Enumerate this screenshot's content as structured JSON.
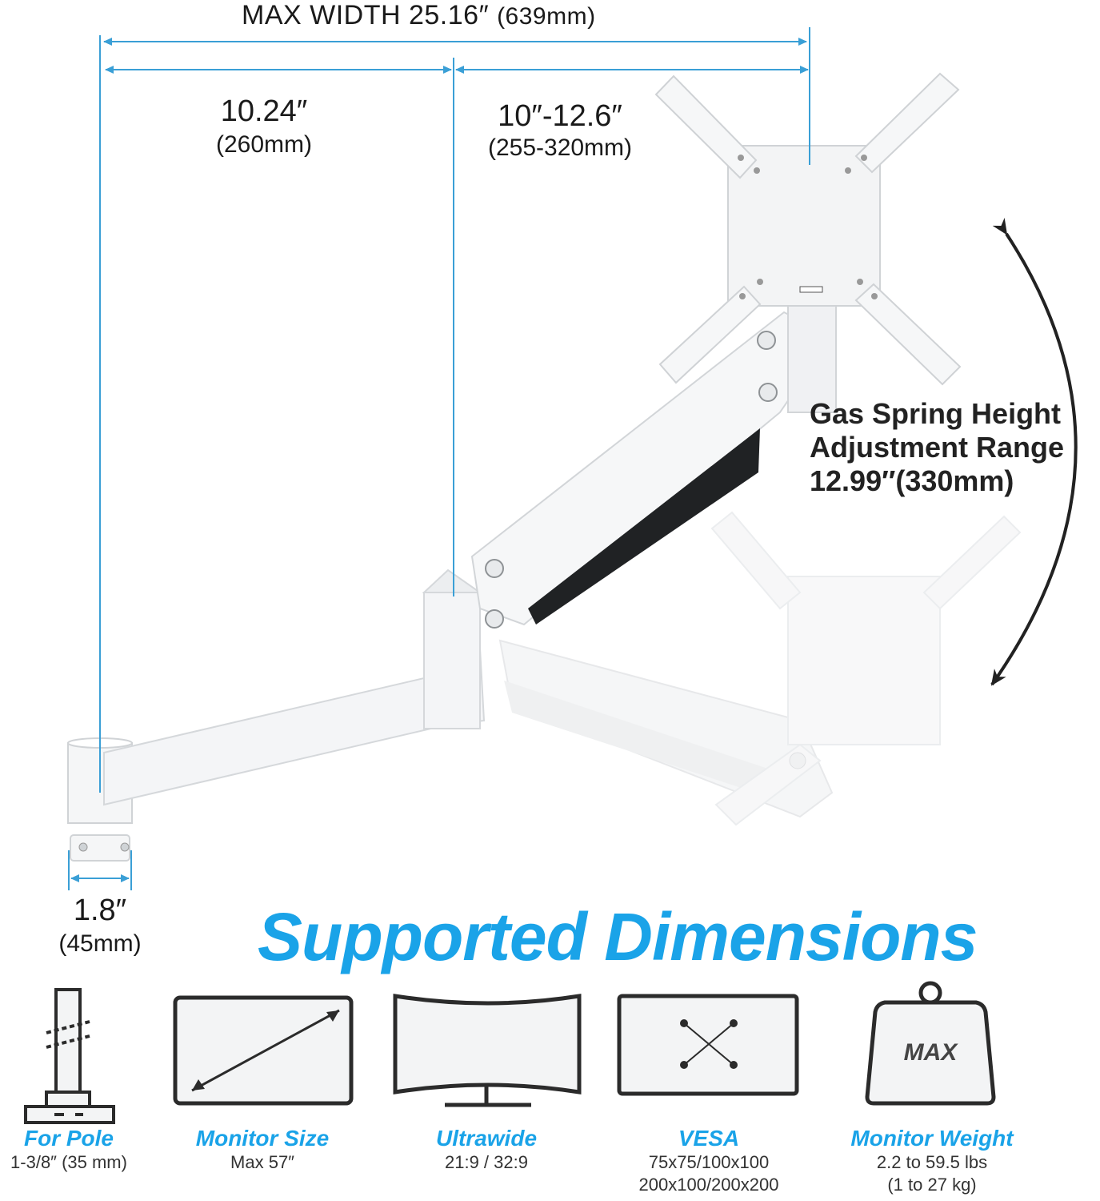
{
  "dimensions": {
    "max_width_label": "MAX WIDTH 25.16″",
    "max_width_mm": "(639mm)",
    "arm1_value": "10.24″",
    "arm1_mm": "(260mm)",
    "arm2_value": "10″-12.6″",
    "arm2_mm": "(255-320mm)",
    "pole_value": "1.8″",
    "pole_mm": "(45mm)"
  },
  "gas_spring": {
    "line1": "Gas Spring Height",
    "line2": "Adjustment Range",
    "line3": "12.99″(330mm)"
  },
  "section_title": "Supported Dimensions",
  "features": [
    {
      "icon": "pole-icon",
      "title": "For Pole",
      "lines": [
        "1-3/8″ (35 mm)"
      ]
    },
    {
      "icon": "monitor-size-icon",
      "title": "Monitor Size",
      "lines": [
        "Max 57″"
      ]
    },
    {
      "icon": "ultrawide-monitor-icon",
      "title": "Ultrawide",
      "lines": [
        "21:9 / 32:9"
      ]
    },
    {
      "icon": "vesa-pattern-icon",
      "title": "VESA",
      "lines": [
        "75x75/100x100",
        "200x100/200x200"
      ]
    },
    {
      "icon": "weight-icon",
      "title": "Monitor Weight",
      "lines": [
        "2.2 to 59.5 lbs",
        "(1 to 27 kg)"
      ]
    }
  ],
  "weight_icon_label": "MAX",
  "colors": {
    "accent": "#1aa3e8",
    "dimension_line": "#3a9fd6",
    "arm": "#f4f5f7",
    "arm_shadow": "#d9dcdf"
  }
}
